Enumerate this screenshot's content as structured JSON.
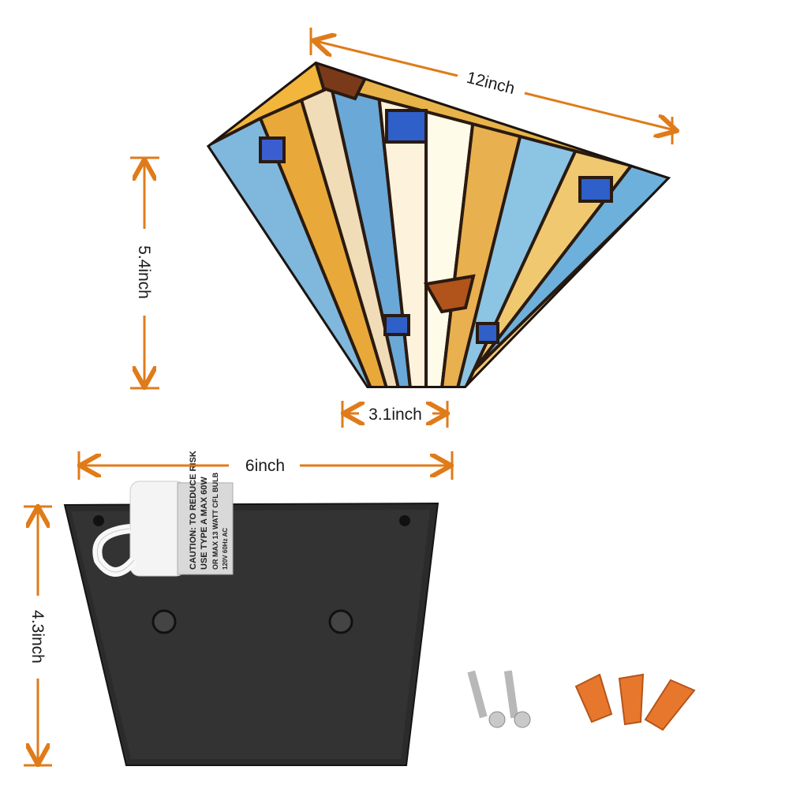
{
  "dimensions": {
    "shade_width": "12inch",
    "shade_height": "5.4inch",
    "shade_bottom_width": "3.1inch",
    "base_width": "6inch",
    "base_height": "4.3inch"
  },
  "socket_label": {
    "line1": "CAUTION: TO REDUCE RISK",
    "line2": "USE TYPE A MAX 60W",
    "line3": "OR MAX 13 WATT CFL BULB",
    "line4": "120V 60Hz AC"
  },
  "colors": {
    "dimension_arrow": "#e07b1a",
    "base_plate": "#2b2b2b",
    "wire_nut": "#e8772e"
  }
}
